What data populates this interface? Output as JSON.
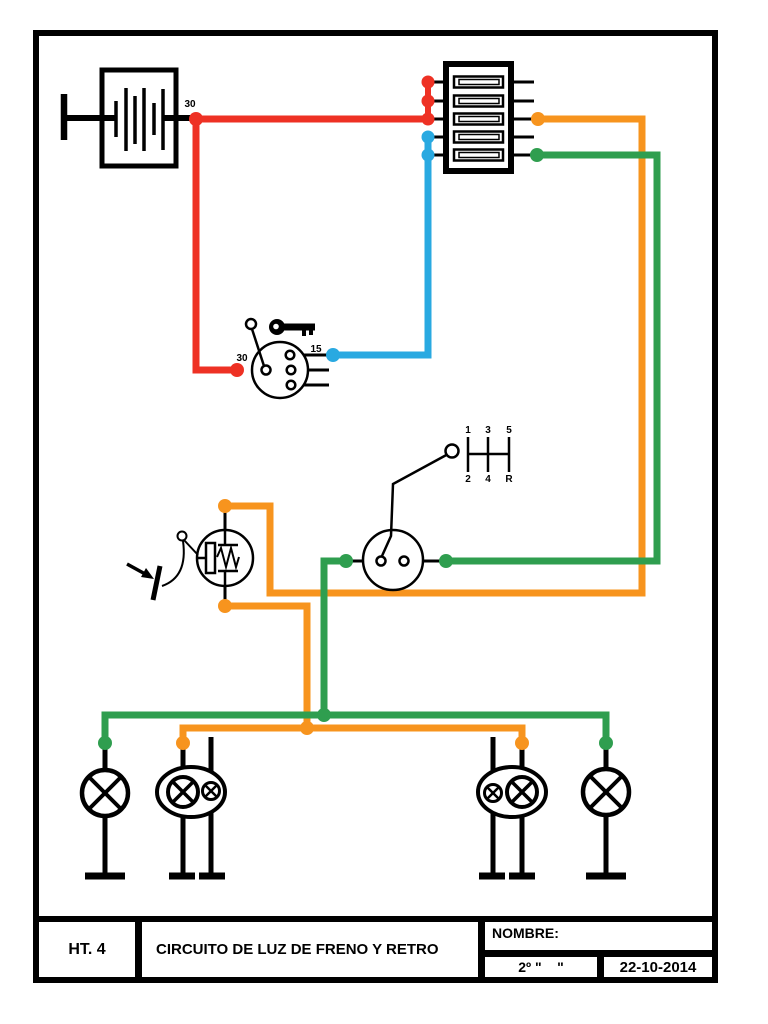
{
  "colors": {
    "wire_red": "#ee3124",
    "wire_orange": "#f7941e",
    "wire_green": "#2f9e4f",
    "wire_blue": "#29a9e1",
    "line_black": "#000000"
  },
  "labels": {
    "battery_terminal": "30",
    "ignition_terminal_feed": "30",
    "ignition_terminal_switched": "15",
    "gear_top": [
      "1",
      "3",
      "5"
    ],
    "gear_bottom": [
      "2",
      "4",
      "R"
    ]
  },
  "title_block": {
    "sheet_code": "HT. 4",
    "drawing_title": "CIRCUITO DE LUZ DE FRENO Y RETRO",
    "name_label": "NOMBRE:",
    "class_field": "2º \"    \"",
    "date": "22-10-2014"
  },
  "icons": {
    "battery": "battery-symbol",
    "fuse_box": "fuse-box-symbol",
    "ignition": "ignition-key-switch-symbol",
    "key": "key-icon",
    "brake_switch": "brake-pedal-switch-symbol",
    "reverse_switch": "reverse-gear-switch-symbol",
    "gear_pattern": "gear-shift-pattern-icon",
    "lamp": "lamp-bulb-symbol",
    "ground": "ground-symbol"
  }
}
